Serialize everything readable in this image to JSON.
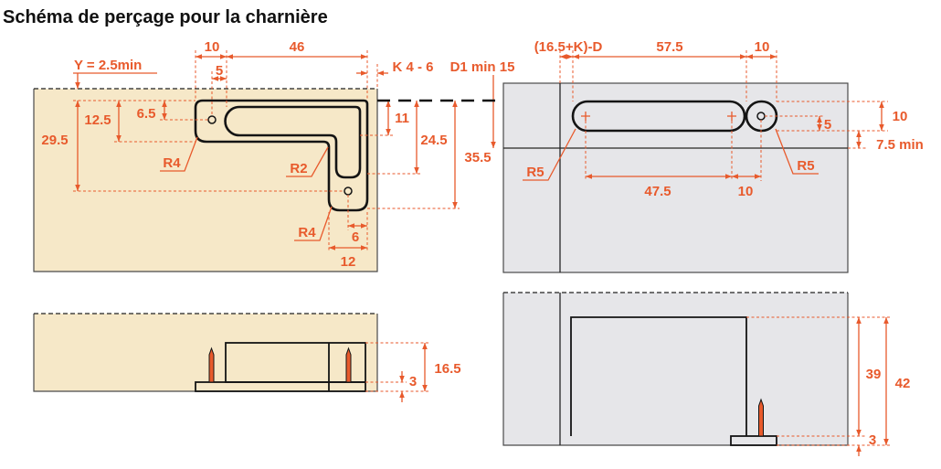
{
  "title": "Schéma de perçage pour la charnière",
  "colors": {
    "dimension": "#e85a2c",
    "outline": "#141414",
    "door_panel": "#f6e8c8",
    "frame_panel": "#e6e6e9"
  },
  "door_plan": {
    "offset_y": "Y = 2.5min",
    "width_10": "10",
    "hole_offset_5": "5",
    "length_46": "46",
    "depth_12_5": "12.5",
    "hole_offset_6_5": "6.5",
    "depth_29_5": "29.5",
    "radius_r4_top": "R4",
    "radius_r2": "R2",
    "radius_r4_leg": "R4",
    "depth_11": "11",
    "depth_24_5": "24.5",
    "depth_35_5": "35.5",
    "k_range": "K 4 - 6",
    "d1_min": "D1 min 15",
    "leg_hole_6": "6",
    "leg_width_12": "12"
  },
  "frame_plan": {
    "offset_formula": "(16.5+K)-D",
    "slot_57_5": "57.5",
    "end_10": "10",
    "radius_r5_left": "R5",
    "radius_r5_right": "R5",
    "hole_spacing_47_5": "47.5",
    "hole_end_10": "10",
    "hole_height_5": "5",
    "slot_height_10": "10",
    "edge_7_5_min": "7.5 min"
  },
  "door_section": {
    "height_16_5": "16.5",
    "plate_3": "3"
  },
  "frame_section": {
    "height_39": "39",
    "height_42": "42",
    "plate_3": "3"
  }
}
